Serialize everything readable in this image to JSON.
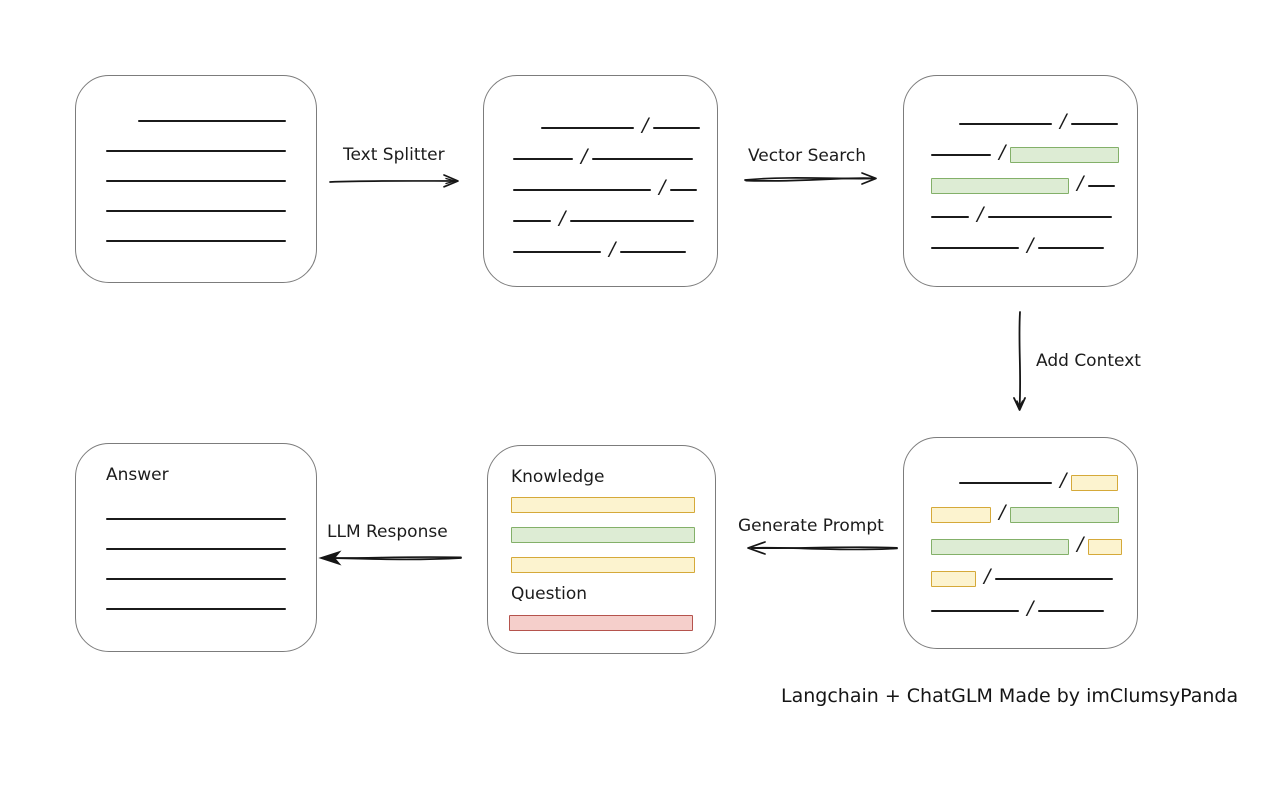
{
  "diagram": {
    "separator": "/",
    "colors": {
      "ink": "#1b1b1b",
      "box_border": "#7c7c7c",
      "green_fill": "#ddecd4",
      "green_border": "#83b069",
      "yellow_fill": "#fcf3cf",
      "yellow_border": "#d5a939",
      "red_fill": "#f5cfcb",
      "red_border": "#b5534d"
    },
    "arrows": {
      "text_splitter": {
        "label": "Text Splitter"
      },
      "vector_search": {
        "label": "Vector Search"
      },
      "add_context": {
        "label": "Add Context"
      },
      "generate_prompt": {
        "label": "Generate Prompt"
      },
      "llm_response": {
        "label": "LLM Response"
      }
    },
    "boxes": {
      "source_document": {
        "rows": [
          {
            "indent": 32,
            "segs": [
              {
                "t": "line",
                "w": 148
              }
            ]
          },
          {
            "segs": [
              {
                "t": "line",
                "w": 180
              }
            ]
          },
          {
            "segs": [
              {
                "t": "line",
                "w": 180
              }
            ]
          },
          {
            "segs": [
              {
                "t": "line",
                "w": 180
              }
            ]
          },
          {
            "segs": [
              {
                "t": "line",
                "w": 180
              }
            ]
          }
        ]
      },
      "split_chunks": {
        "rows": [
          {
            "indent": 28,
            "segs": [
              {
                "t": "line",
                "w": 93
              },
              {
                "t": "line",
                "w": 47
              }
            ]
          },
          {
            "segs": [
              {
                "t": "line",
                "w": 60
              },
              {
                "t": "line",
                "w": 101
              }
            ]
          },
          {
            "segs": [
              {
                "t": "line",
                "w": 138
              },
              {
                "t": "line",
                "w": 27
              }
            ]
          },
          {
            "segs": [
              {
                "t": "line",
                "w": 38
              },
              {
                "t": "line",
                "w": 124
              }
            ]
          },
          {
            "segs": [
              {
                "t": "line",
                "w": 88
              },
              {
                "t": "line",
                "w": 66
              }
            ]
          }
        ]
      },
      "matched_chunks": {
        "rows": [
          {
            "indent": 28,
            "segs": [
              {
                "t": "line",
                "w": 93
              },
              {
                "t": "line",
                "w": 47
              }
            ]
          },
          {
            "segs": [
              {
                "t": "line",
                "w": 60
              },
              {
                "t": "green",
                "w": 109
              }
            ]
          },
          {
            "segs": [
              {
                "t": "green",
                "w": 138
              },
              {
                "t": "line",
                "w": 27
              }
            ]
          },
          {
            "segs": [
              {
                "t": "line",
                "w": 38
              },
              {
                "t": "line",
                "w": 124
              }
            ]
          },
          {
            "segs": [
              {
                "t": "line",
                "w": 88
              },
              {
                "t": "line",
                "w": 66
              }
            ]
          }
        ]
      },
      "context_chunks": {
        "rows": [
          {
            "indent": 28,
            "segs": [
              {
                "t": "line",
                "w": 93
              },
              {
                "t": "yellow",
                "w": 47
              }
            ]
          },
          {
            "segs": [
              {
                "t": "yellow",
                "w": 60
              },
              {
                "t": "green",
                "w": 109
              }
            ]
          },
          {
            "segs": [
              {
                "t": "green",
                "w": 138
              },
              {
                "t": "yellow",
                "w": 34
              }
            ]
          },
          {
            "segs": [
              {
                "t": "yellow",
                "w": 45
              },
              {
                "t": "line",
                "w": 118
              }
            ]
          },
          {
            "segs": [
              {
                "t": "line",
                "w": 88
              },
              {
                "t": "line",
                "w": 66
              }
            ]
          }
        ]
      },
      "prompt": {
        "knowledge_label": "Knowledge",
        "question_label": "Question",
        "knowledge_bars": [
          "yellow",
          "green",
          "yellow"
        ],
        "question_bars": [
          "red"
        ]
      },
      "answer": {
        "label": "Answer",
        "rows": [
          {
            "segs": [
              {
                "t": "line",
                "w": 180
              }
            ]
          },
          {
            "segs": [
              {
                "t": "line",
                "w": 180
              }
            ]
          },
          {
            "segs": [
              {
                "t": "line",
                "w": 180
              }
            ]
          },
          {
            "segs": [
              {
                "t": "line",
                "w": 180
              }
            ]
          }
        ]
      }
    },
    "footer": "Langchain + ChatGLM Made by imClumsyPanda"
  }
}
